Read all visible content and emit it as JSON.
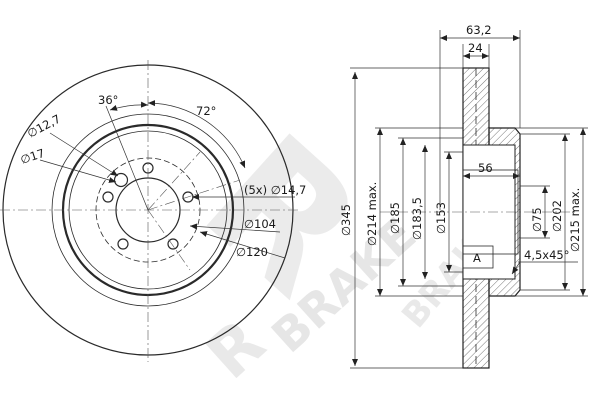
{
  "watermark": {
    "logo_letter": "R",
    "text": "BRAKE"
  },
  "front_view": {
    "dims": {
      "angle_small": "36°",
      "angle_large": "72°",
      "dia_12_7": "∅12,7",
      "dia_17": "∅17",
      "bolt_holes": "(5x) ∅14,7",
      "dia_104": "∅104",
      "dia_120": "∅120"
    }
  },
  "section_view": {
    "dims": {
      "width_total": "63,2",
      "width_disc": "24",
      "dia_345": "∅345",
      "dia_214": "∅214 max.",
      "dia_185": "∅185",
      "dia_183_5": "∅183,5",
      "dia_153": "∅153",
      "depth_56": "56",
      "dia_75": "∅75",
      "dia_202": "∅202",
      "dia_215": "∅215 max.",
      "ref_a": "A",
      "chamfer": "4,5x45°"
    }
  }
}
